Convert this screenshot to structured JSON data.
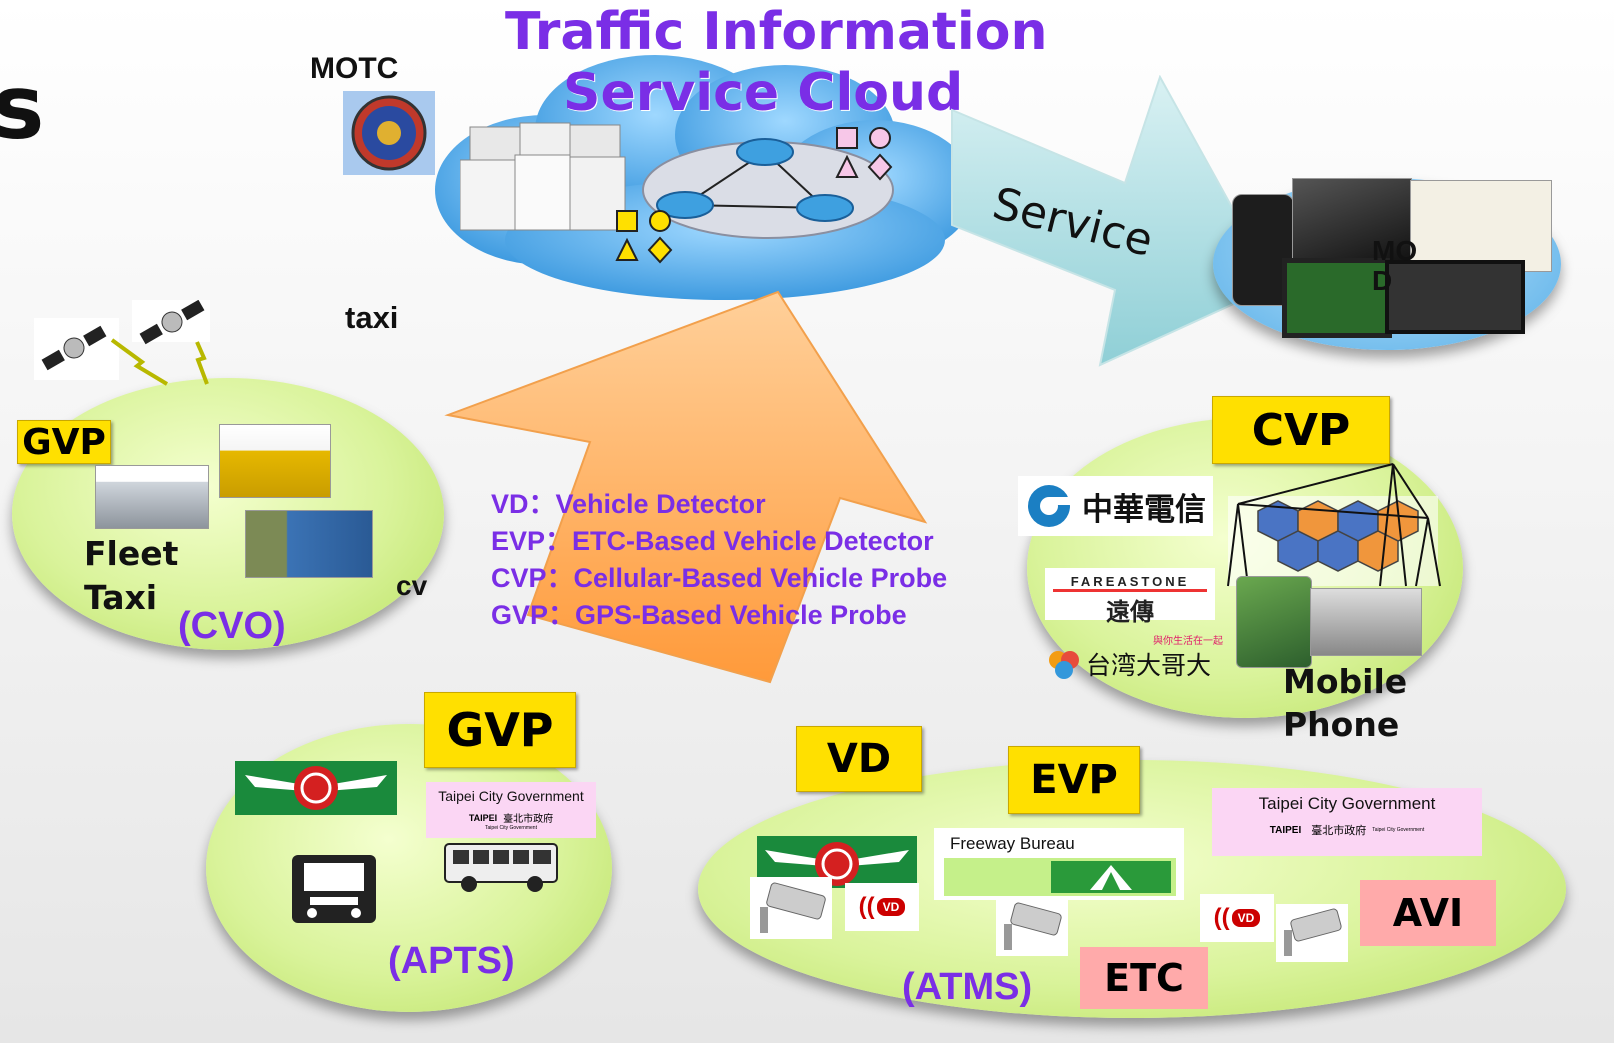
{
  "cloud": {
    "title_line1": "Traffic Information",
    "title_line2": "Service Cloud"
  },
  "motc_label": "MOTC",
  "partial_heading": "s",
  "taxi_label": "taxi",
  "service_label": "Service",
  "mod_label": "MO\nD",
  "cvo": {
    "gvp_label": "GVP",
    "fleet_label": "Fleet",
    "taxi_label": "Taxi",
    "cvo_label": "(CVO)",
    "cv_label": "cv"
  },
  "legend": {
    "vd": "VD：Vehicle Detector",
    "evp": "EVP：ETC-Based Vehicle Detector",
    "cvp": "CVP：Cellular-Based Vehicle Probe",
    "gvp": "GVP：GPS-Based Vehicle Probe"
  },
  "cvp_group": {
    "cvp_label": "CVP",
    "cht_name": "中華電信",
    "fareastone_latin": "FAREASTONE",
    "fareastone_cn": "遠傳",
    "taiwan_mobile_slogan": "與你生活在一起",
    "taiwan_mobile_name": "台湾大哥大",
    "mobile_label": "Mobile",
    "phone_label": "Phone"
  },
  "apts": {
    "gvp_label": "GVP",
    "taipei_city_gov": "Taipei City Government",
    "taipei_cn": "臺北市政府",
    "taipei_mark": "TAIPEI",
    "taipei_small": "Taipei City Government",
    "apts_label": "(APTS)"
  },
  "atms": {
    "vd_label": "VD",
    "evp_label": "EVP",
    "freeway_bureau": "Freeway Bureau",
    "taipei_city_gov": "Taipei City Government",
    "taipei_cn": "臺北市政府",
    "taipei_mark": "TAIPEI",
    "taipei_small": "Taipei City Government",
    "vd_badge": "VD",
    "avi_label": "AVI",
    "etc_label": "ETC",
    "atms_label": "(ATMS)"
  },
  "colors": {
    "purple_text": "#7a2ee6",
    "yellow_box": "#ffe000",
    "pink_box": "#ffaaaa",
    "ellipse_green": "#d9f39a",
    "cloud_blue": "#5fb4ec",
    "arrow_orange": "#ffa64d",
    "service_arrow": "#bfe5e8"
  }
}
